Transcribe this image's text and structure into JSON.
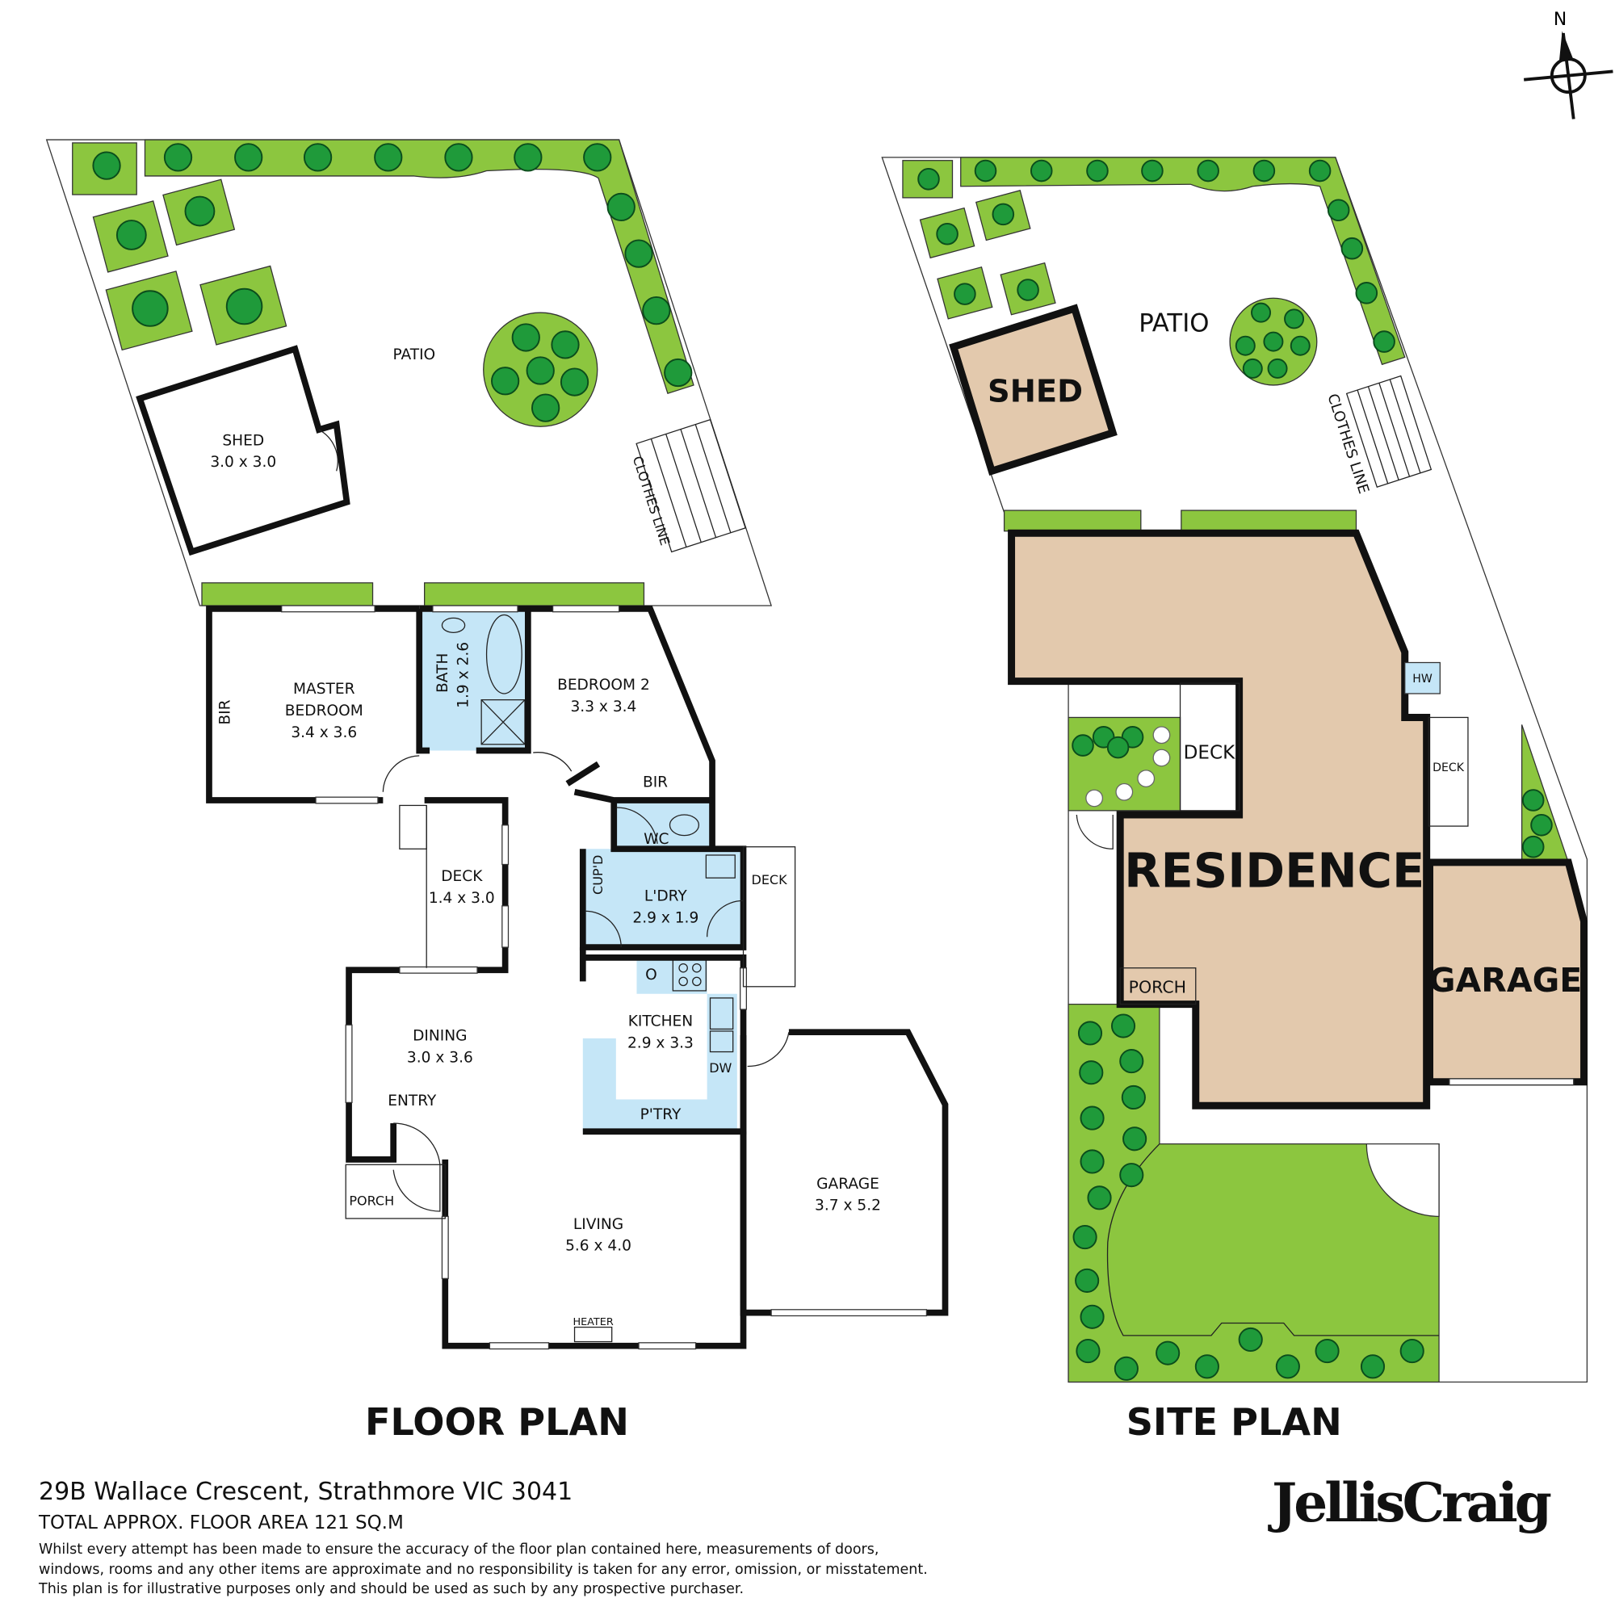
{
  "floor_plan": {
    "title": "FLOOR PLAN",
    "patio": "PATIO",
    "shed": {
      "name": "SHED",
      "dims": "3.0 x 3.0"
    },
    "clothes_line": "CLOTHES LINE",
    "master_bedroom": {
      "name1": "MASTER",
      "name2": "BEDROOM",
      "dims": "3.4 x 3.6"
    },
    "master_bir": "BIR",
    "bath": {
      "name": "BATH",
      "dims": "1.9 x 2.6"
    },
    "bedroom2": {
      "name": "BEDROOM 2",
      "dims": "3.3 x 3.4"
    },
    "bedroom2_bir": "BIR",
    "wc": "WC",
    "cupboard": "CUP'D",
    "laundry": {
      "name": "L'DRY",
      "dims": "2.9 x 1.9"
    },
    "side_deck": "DECK",
    "deck": {
      "name": "DECK",
      "dims": "1.4 x 3.0"
    },
    "oven": "O",
    "kitchen": {
      "name": "KITCHEN",
      "dims": "2.9 x 3.3"
    },
    "dishwasher": "DW",
    "pantry": "P'TRY",
    "dining": {
      "name": "DINING",
      "dims": "3.0 x 3.6"
    },
    "entry": "ENTRY",
    "porch": "PORCH",
    "living": {
      "name": "LIVING",
      "dims": "5.6 x 4.0"
    },
    "heater": "HEATER",
    "garage": {
      "name": "GARAGE",
      "dims": "3.7 x 5.2"
    }
  },
  "site_plan": {
    "title": "SITE PLAN",
    "patio": "PATIO",
    "shed": "SHED",
    "clothes_line": "CLOTHES LINE",
    "hw": "HW",
    "deck": "DECK",
    "side_deck": "DECK",
    "residence": "RESIDENCE",
    "porch": "PORCH",
    "garage": "GARAGE"
  },
  "compass": {
    "label": "N"
  },
  "footer": {
    "address": "29B Wallace Crescent, Strathmore VIC 3041",
    "area": "TOTAL APPROX. FLOOR AREA 121 SQ.M",
    "disclaimer1": "Whilst every attempt has been made to ensure the accuracy of the floor plan contained here, measurements of doors,",
    "disclaimer2": "windows, rooms and any other items are approximate and no responsibility is taken for any error, omission, or misstatement.",
    "disclaimer3": "This plan is for illustrative purposes only and should be used as such by any prospective purchaser."
  },
  "brand": {
    "logo": "JellisCraig"
  },
  "colors": {
    "hedge": "#8cc63f",
    "tree": "#1f9a3a",
    "wet_area": "#c5e6f7",
    "site_building": "#e3c9ad",
    "wall": "#111111"
  }
}
